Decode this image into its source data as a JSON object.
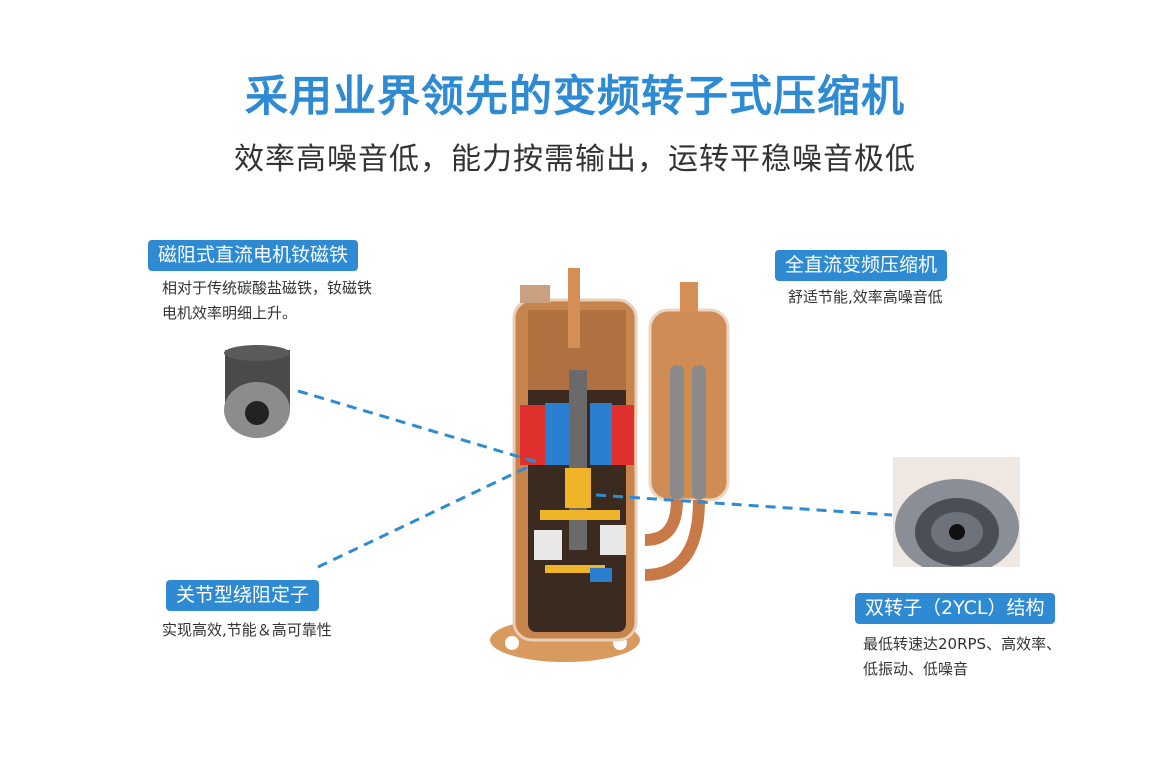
{
  "header": {
    "title": "采用业界领先的变频转子式压缩机",
    "subtitle": "效率高噪音低，能力按需输出，运转平稳噪音极低"
  },
  "callouts": [
    {
      "id": "magnet",
      "tag": "磁阻式直流电机钕磁铁",
      "desc_lines": [
        "相对于传统碳酸盐磁铁，钕磁铁",
        "电机效率明细上升。"
      ]
    },
    {
      "id": "compressor",
      "tag": "全直流变频压缩机",
      "desc_lines": [
        "舒适节能,效率高噪音低"
      ]
    },
    {
      "id": "stator",
      "tag": "关节型绕阻定子",
      "desc_lines": [
        "实现高效,节能＆高可靠性"
      ]
    },
    {
      "id": "rotor",
      "tag": "双转子（2YCL）结构",
      "desc_lines": [
        "最低转速达20RPS、高效率、",
        "低振动、低噪音"
      ]
    }
  ],
  "colors": {
    "accent": "#2e8bd3",
    "text": "#333333",
    "copper": "#c9834f"
  }
}
